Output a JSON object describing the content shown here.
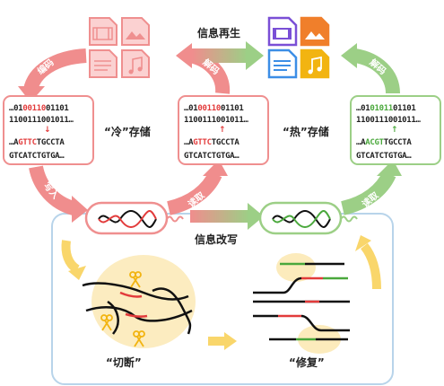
{
  "labels": {
    "regen": "信息再生",
    "rewrite": "信息改写",
    "cold": "“冷”存储",
    "hot": "“热”存储",
    "cut": "“切断”",
    "repair": "“修复”"
  },
  "arrows": {
    "encode": "编码",
    "decode_top": "解码",
    "decode_right": "解码",
    "write": "写入",
    "read": "读取",
    "read_right": "读取"
  },
  "cards": {
    "left": {
      "bin1_pre": "…01",
      "bin1_hl": "00110",
      "bin1_post": "01101",
      "bin2": "1100111001011…",
      "dna1_pre": "…A",
      "dna1_hl": "GTTC",
      "dna1_post": "TGCCTA",
      "dna2": "GTCATCTGTGA…"
    },
    "mid": {
      "bin1_pre": "…01",
      "bin1_hl": "00110",
      "bin1_post": "01101",
      "bin2": "1100111001011…",
      "dna1_pre": "…A",
      "dna1_hl": "GTTC",
      "dna1_post": "TGCCTA",
      "dna2": "GTCATCTGTGA…"
    },
    "right": {
      "bin1_pre": "…01",
      "bin1_hl": "01011",
      "bin1_post": "01101",
      "bin2": "1100111001011…",
      "dna1_pre": "…A",
      "dna1_hl": "ACGT",
      "dna1_post": "TGCCTA",
      "dna2": "GTCATCTGTGA…"
    },
    "down_arrow": "↓",
    "up_arrow": "↑"
  },
  "colors": {
    "red": "#ef8f8f",
    "red_text": "#e23b3b",
    "green": "#9ccf86",
    "green_text": "#4aa83c",
    "yellow": "#f9d66b",
    "file_video": "#7a4fd6",
    "file_image": "#f07f2b",
    "file_doc": "#3c8ee6",
    "file_music": "#f2b411"
  }
}
